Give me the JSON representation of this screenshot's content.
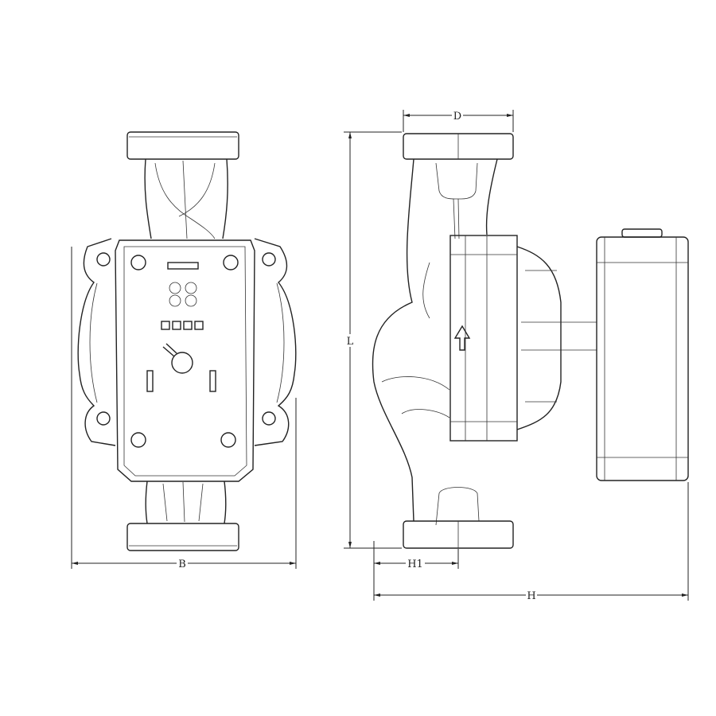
{
  "dimensions": {
    "flange_diameter": "D",
    "length": "L",
    "width": "B",
    "height_to_axis": "H1",
    "overall_height": "H"
  },
  "colors": {
    "line": "#222222",
    "background": "#ffffff"
  }
}
